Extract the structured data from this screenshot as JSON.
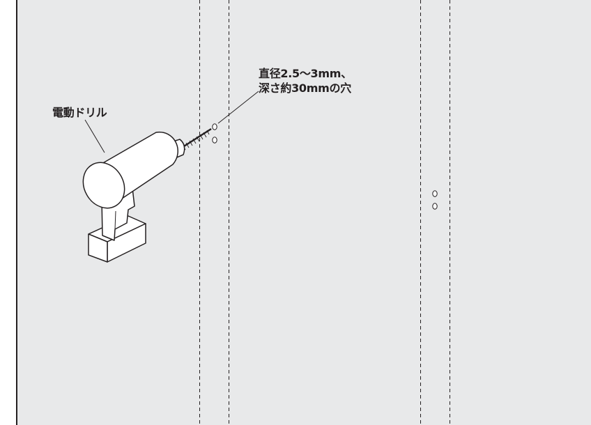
{
  "labels": {
    "drill": "電動ドリル",
    "hole_line1": "直径2.5～3mm、",
    "hole_line2": "深さ約30mmの穴"
  },
  "colors": {
    "wall_fill": "#e8e9ea",
    "line": "#231f20",
    "drill_fill": "#ffffff",
    "background": "#ffffff"
  }
}
